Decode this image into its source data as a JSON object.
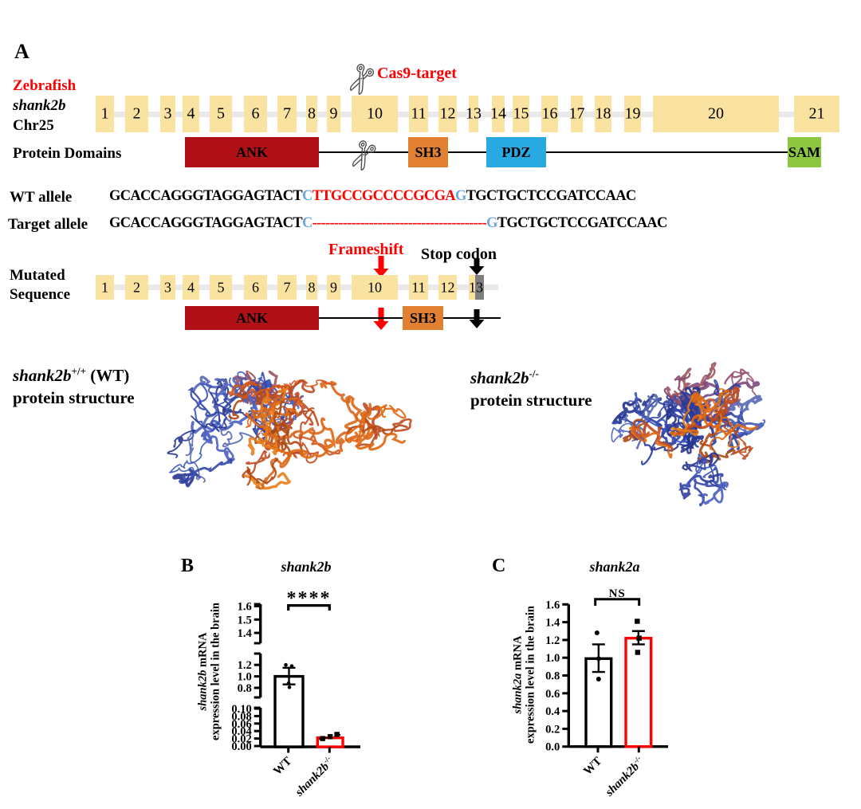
{
  "colors": {
    "exon_fill": "#FAE3A1",
    "exon_line": "#E9E9E9",
    "ank": "#B01116",
    "sh3": "#E08030",
    "pdz": "#29A9E1",
    "sam": "#8DC63F",
    "red": "#FF0000",
    "blue_nt": "#6FA8DC",
    "gray_stop": "#7F7F7F"
  },
  "panel_a": {
    "label": "A",
    "organism": "Zebrafish",
    "gene": "shank2b",
    "chromosome": "Chr25",
    "cas9_label": "Cas9-target",
    "protein_domains_label": "Protein Domains",
    "exons_row1": [
      {
        "n": "1",
        "x": 120,
        "w": 23
      },
      {
        "n": "2",
        "x": 157,
        "w": 29
      },
      {
        "n": "3",
        "x": 201,
        "w": 19
      },
      {
        "n": "4",
        "x": 229,
        "w": 21
      },
      {
        "n": "5",
        "x": 263,
        "w": 28
      },
      {
        "n": "6",
        "x": 306,
        "w": 29
      },
      {
        "n": "7",
        "x": 348,
        "w": 24
      },
      {
        "n": "8",
        "x": 384,
        "w": 14
      },
      {
        "n": "9",
        "x": 410,
        "w": 17
      },
      {
        "n": "10",
        "x": 441,
        "w": 58
      },
      {
        "n": "11",
        "x": 513,
        "w": 24
      },
      {
        "n": "12",
        "x": 550,
        "w": 23
      },
      {
        "n": "13",
        "x": 588,
        "w": 12
      },
      {
        "n": "14",
        "x": 617,
        "w": 16
      },
      {
        "n": "15",
        "x": 643,
        "w": 21
      },
      {
        "n": "16",
        "x": 679,
        "w": 21
      },
      {
        "n": "17",
        "x": 716,
        "w": 15
      },
      {
        "n": "18",
        "x": 746,
        "w": 21
      },
      {
        "n": "19",
        "x": 783,
        "w": 21
      },
      {
        "n": "20",
        "x": 819,
        "w": 158
      },
      {
        "n": "21",
        "x": 996,
        "w": 57
      }
    ],
    "domains_row1": [
      {
        "name": "ANK",
        "x": 232,
        "w": 168,
        "color": "ank"
      },
      {
        "name": "SH3",
        "x": 512,
        "w": 50,
        "color": "sh3"
      },
      {
        "name": "PDZ",
        "x": 610,
        "w": 75,
        "color": "pdz"
      },
      {
        "name": "SAM",
        "x": 988,
        "w": 42,
        "color": "sam"
      }
    ],
    "alleles": [
      {
        "label": "WT allele",
        "parts": [
          {
            "t": "GCACCAGGGTAGGAGTACT",
            "c": "black"
          },
          {
            "t": "C",
            "c": "blue"
          },
          {
            "t": "TTGCCGCCCCGCGA",
            "c": "red"
          },
          {
            "t": "G",
            "c": "blue"
          },
          {
            "t": "TGCTGCTCCGATCCAAC",
            "c": "black"
          }
        ]
      },
      {
        "label": "Target allele",
        "parts": [
          {
            "t": "GCACCAGGGTAGGAGTACT",
            "c": "black"
          },
          {
            "t": "C",
            "c": "blue"
          },
          {
            "t": "----------------------------------------",
            "c": "red"
          },
          {
            "t": "G",
            "c": "blue"
          },
          {
            "t": "TGCTGCTCCGATCCAAC",
            "c": "black"
          }
        ]
      }
    ],
    "frameshift_label": "Frameshift",
    "stop_codon_label": "Stop codon",
    "mutated_label_line1": "Mutated",
    "mutated_label_line2": "Sequence",
    "mutated_exon_count": 13,
    "mutated_domains": [
      {
        "name": "ANK",
        "x": 232,
        "w": 168,
        "color": "ank"
      },
      {
        "name": "SH3",
        "x": 505,
        "w": 51,
        "color": "sh3"
      }
    ],
    "wt_structure_label": {
      "gene": "shank2b",
      "sup": "+/+",
      "suffix": " (WT)",
      "line2": "protein structure"
    },
    "ko_structure_label": {
      "gene": "shank2b",
      "sup": "-/-",
      "suffix": "",
      "line2": "protein structure"
    }
  },
  "chart_data": [
    {
      "panel": "B",
      "type": "bar",
      "title": "shank2b",
      "ylabel_line1_italic": "shank2b",
      "ylabel_line1_rest": " mRNA",
      "ylabel_line2": "expression level in the brain",
      "significance": "****",
      "categories": [
        {
          "text": "WT"
        },
        {
          "italic": "shank2b",
          "sup": "-/-"
        }
      ],
      "bars": [
        {
          "value": 1.0,
          "err_lo": 0.86,
          "err_hi": 1.15,
          "points": [
            1.2,
            1.18,
            0.88,
            0.81
          ],
          "color": "#000000",
          "marker": "circle"
        },
        {
          "value": 0.022,
          "err_lo": 0.018,
          "err_hi": 0.028,
          "points": [
            0.02,
            0.025,
            0.031
          ],
          "color": "#FF0000",
          "marker": "square"
        }
      ],
      "yaxis_segments": [
        {
          "ticks": [
            {
              "v": 0.0,
              "t": "0.00"
            },
            {
              "v": 0.02,
              "t": "0.02"
            },
            {
              "v": 0.04,
              "t": "0.04"
            },
            {
              "v": 0.06,
              "t": "0.06"
            },
            {
              "v": 0.08,
              "t": "0.08"
            },
            {
              "v": 0.1,
              "t": "0.10"
            }
          ]
        },
        {
          "ticks": [
            {
              "v": 0.8,
              "t": "0.8"
            },
            {
              "v": 1.0,
              "t": "1.0"
            },
            {
              "v": 1.2,
              "t": "1.2"
            }
          ]
        },
        {
          "ticks": [
            {
              "v": 1.4,
              "t": "1.4"
            },
            {
              "v": 1.5,
              "t": "1.5"
            },
            {
              "v": 1.6,
              "t": "1.6"
            }
          ]
        }
      ]
    },
    {
      "panel": "C",
      "type": "bar",
      "title": "shank2a",
      "ylabel_line1_italic": "shank2a",
      "ylabel_line1_rest": " mRNA",
      "ylabel_line2": "expression level in the brain",
      "significance": "NS",
      "categories": [
        {
          "text": "WT"
        },
        {
          "italic": "shank2b",
          "sup": "-/-"
        }
      ],
      "ylim": [
        0,
        1.6
      ],
      "yticks": [
        {
          "v": 0.0,
          "t": "0.0"
        },
        {
          "v": 0.2,
          "t": "0.2"
        },
        {
          "v": 0.4,
          "t": "0.4"
        },
        {
          "v": 0.6,
          "t": "0.6"
        },
        {
          "v": 0.8,
          "t": "0.8"
        },
        {
          "v": 1.0,
          "t": "1.0"
        },
        {
          "v": 1.2,
          "t": "1.2"
        },
        {
          "v": 1.4,
          "t": "1.4"
        },
        {
          "v": 1.6,
          "t": "1.6"
        }
      ],
      "bars": [
        {
          "value": 0.99,
          "err_lo": 0.84,
          "err_hi": 1.15,
          "points": [
            1.28,
            0.99,
            0.76
          ],
          "color": "#000000",
          "marker": "circle"
        },
        {
          "value": 1.22,
          "err_lo": 1.15,
          "err_hi": 1.3,
          "points": [
            1.41,
            1.22,
            1.06
          ],
          "color": "#FF0000",
          "marker": "square"
        }
      ]
    }
  ]
}
